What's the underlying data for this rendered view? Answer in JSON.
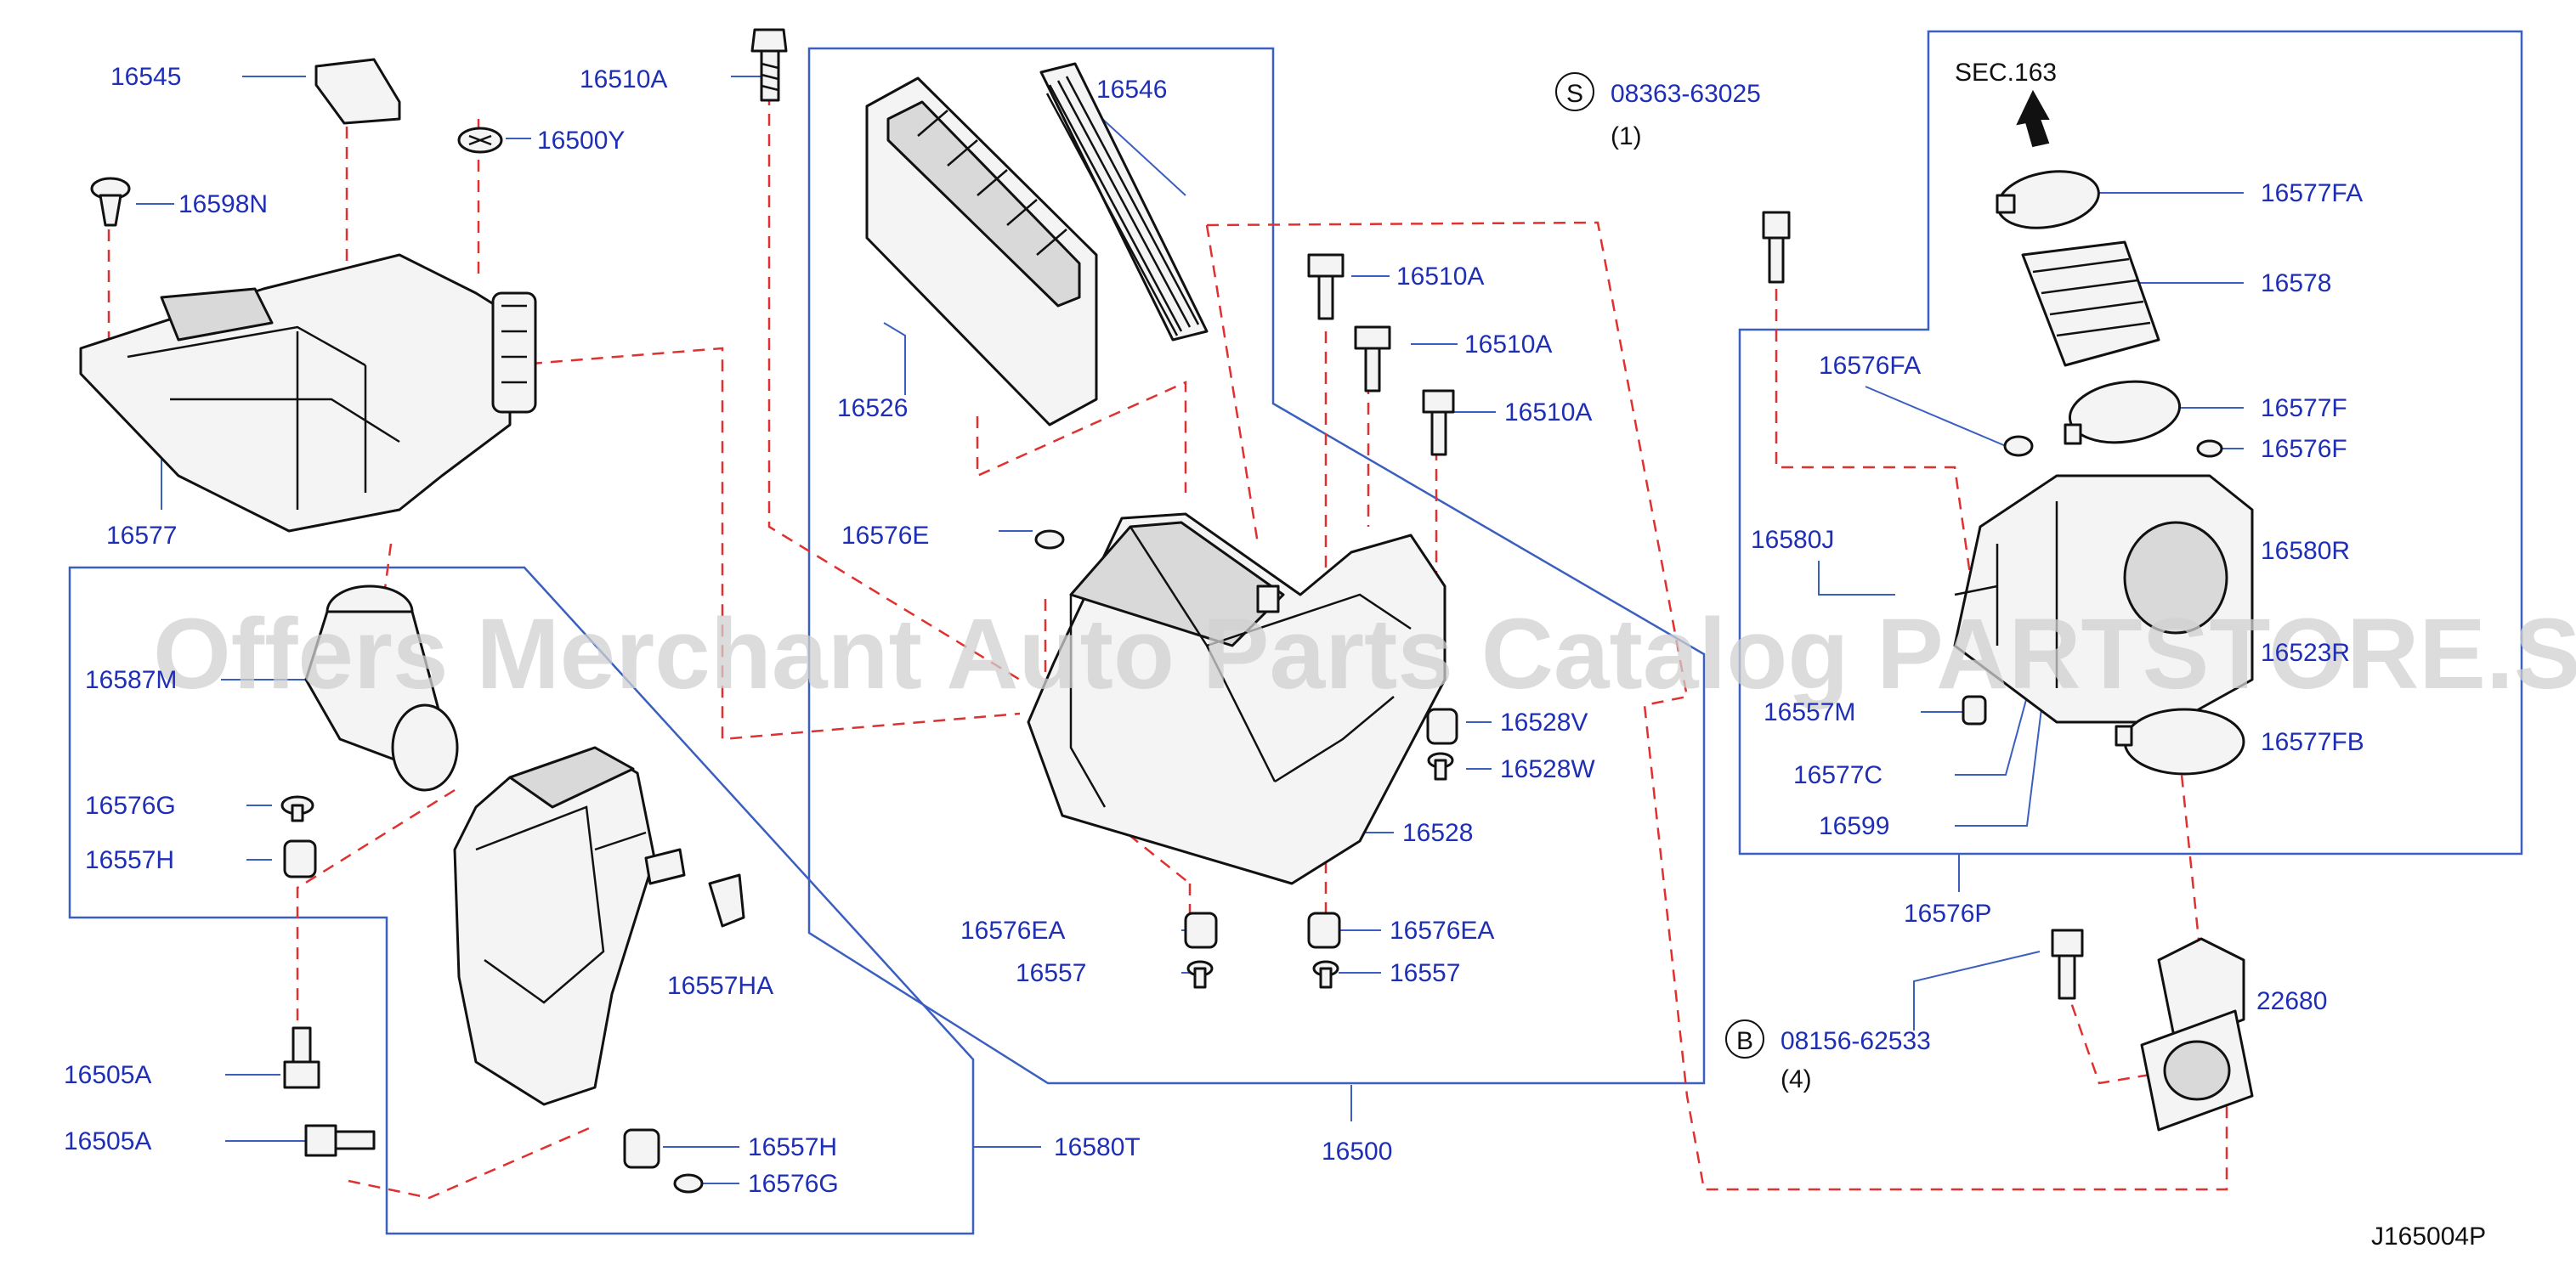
{
  "diagram": {
    "watermark": "Offers Merchant Auto Parts Catalog PARTSTORE.SA",
    "drawing_code": "J165004P",
    "section_ref": "SEC.163",
    "callouts": [
      {
        "symbol": "S",
        "part": "08363-63025",
        "qty": "(1)"
      },
      {
        "symbol": "B",
        "part": "08156-62533",
        "qty": "(4)"
      }
    ],
    "labels": {
      "p16545": "16545",
      "p16510A_top": "16510A",
      "p16500Y": "16500Y",
      "p16598N": "16598N",
      "p16577": "16577",
      "p16546": "16546",
      "p16526": "16526",
      "p16510A_1": "16510A",
      "p16510A_2": "16510A",
      "p16510A_3": "16510A",
      "p16576E": "16576E",
      "p16528V": "16528V",
      "p16528W": "16528W",
      "p16528": "16528",
      "p16576EA_l": "16576EA",
      "p16557_l": "16557",
      "p16576EA_r": "16576EA",
      "p16557_r": "16557",
      "p16500": "16500",
      "p16587M": "16587M",
      "p16576G_top": "16576G",
      "p16557H_top": "16557H",
      "p16557HA": "16557HA",
      "p16505A_1": "16505A",
      "p16505A_2": "16505A",
      "p16557H_bot": "16557H",
      "p16576G_bot": "16576G",
      "p16580T": "16580T",
      "p16577FA": "16577FA",
      "p16578": "16578",
      "p16576FA": "16576FA",
      "p16577F": "16577F",
      "p16576F": "16576F",
      "p16580J": "16580J",
      "p16580R": "16580R",
      "p16523R": "16523R",
      "p16557M": "16557M",
      "p16577FB": "16577FB",
      "p16577C": "16577C",
      "p16599": "16599",
      "p16576P": "16576P",
      "p22680": "22680"
    }
  }
}
